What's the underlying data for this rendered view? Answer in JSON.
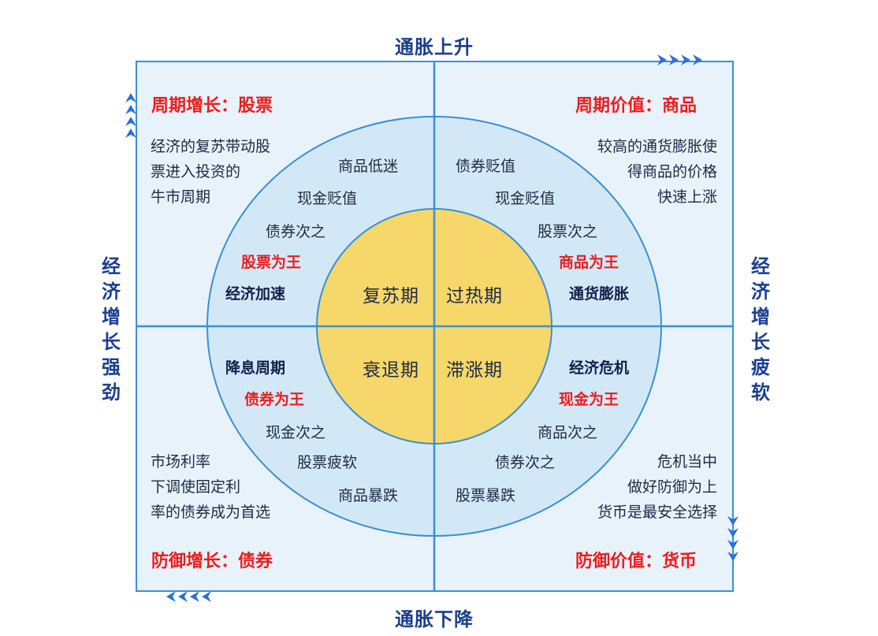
{
  "axes": {
    "top": "通胀上升",
    "bottom": "通胀下降",
    "left": "经济增长强劲",
    "right": "经济增长疲软"
  },
  "colors": {
    "frame_bg": "#e7f2fb",
    "grid_line": "#3b8fd4",
    "outer_ellipse": "#d3e8f7",
    "inner_circle": "#f5d76a",
    "heading_red": "#ee1c1c",
    "axis_text": "#1a3f8f",
    "arrow_blue": "#2a6fd6"
  },
  "quadrants": {
    "top_left": {
      "heading": "周期增长：股票",
      "description": [
        "经济的复苏带动股",
        "票进入投资的",
        "牛市周期"
      ],
      "ring_items": [
        "商品低迷",
        "现金贬值",
        "债券次之",
        "股票为王",
        "经济加速"
      ],
      "phase": "复苏期"
    },
    "top_right": {
      "heading": "周期价值：商品",
      "description": [
        "较高的通货膨胀使",
        "得商品的价格",
        "快速上涨"
      ],
      "ring_items": [
        "债券贬值",
        "现金贬值",
        "股票次之",
        "商品为王",
        "通货膨胀"
      ],
      "phase": "过热期"
    },
    "bottom_left": {
      "heading": "防御增长：债券",
      "description": [
        "市场利率",
        "下调使固定利",
        "率的债券成为首选"
      ],
      "ring_items": [
        "降息周期",
        "债券为王",
        "现金次之",
        "股票疲软",
        "商品暴跌"
      ],
      "phase": "衰退期"
    },
    "bottom_right": {
      "heading": "防御价值：货币",
      "description": [
        "危机当中",
        "做好防御为上",
        "货币是最安全选择"
      ],
      "ring_items": [
        "经济危机",
        "现金为王",
        "商品次之",
        "债券次之",
        "股票暴跌"
      ],
      "phase": "滞涨期"
    }
  }
}
